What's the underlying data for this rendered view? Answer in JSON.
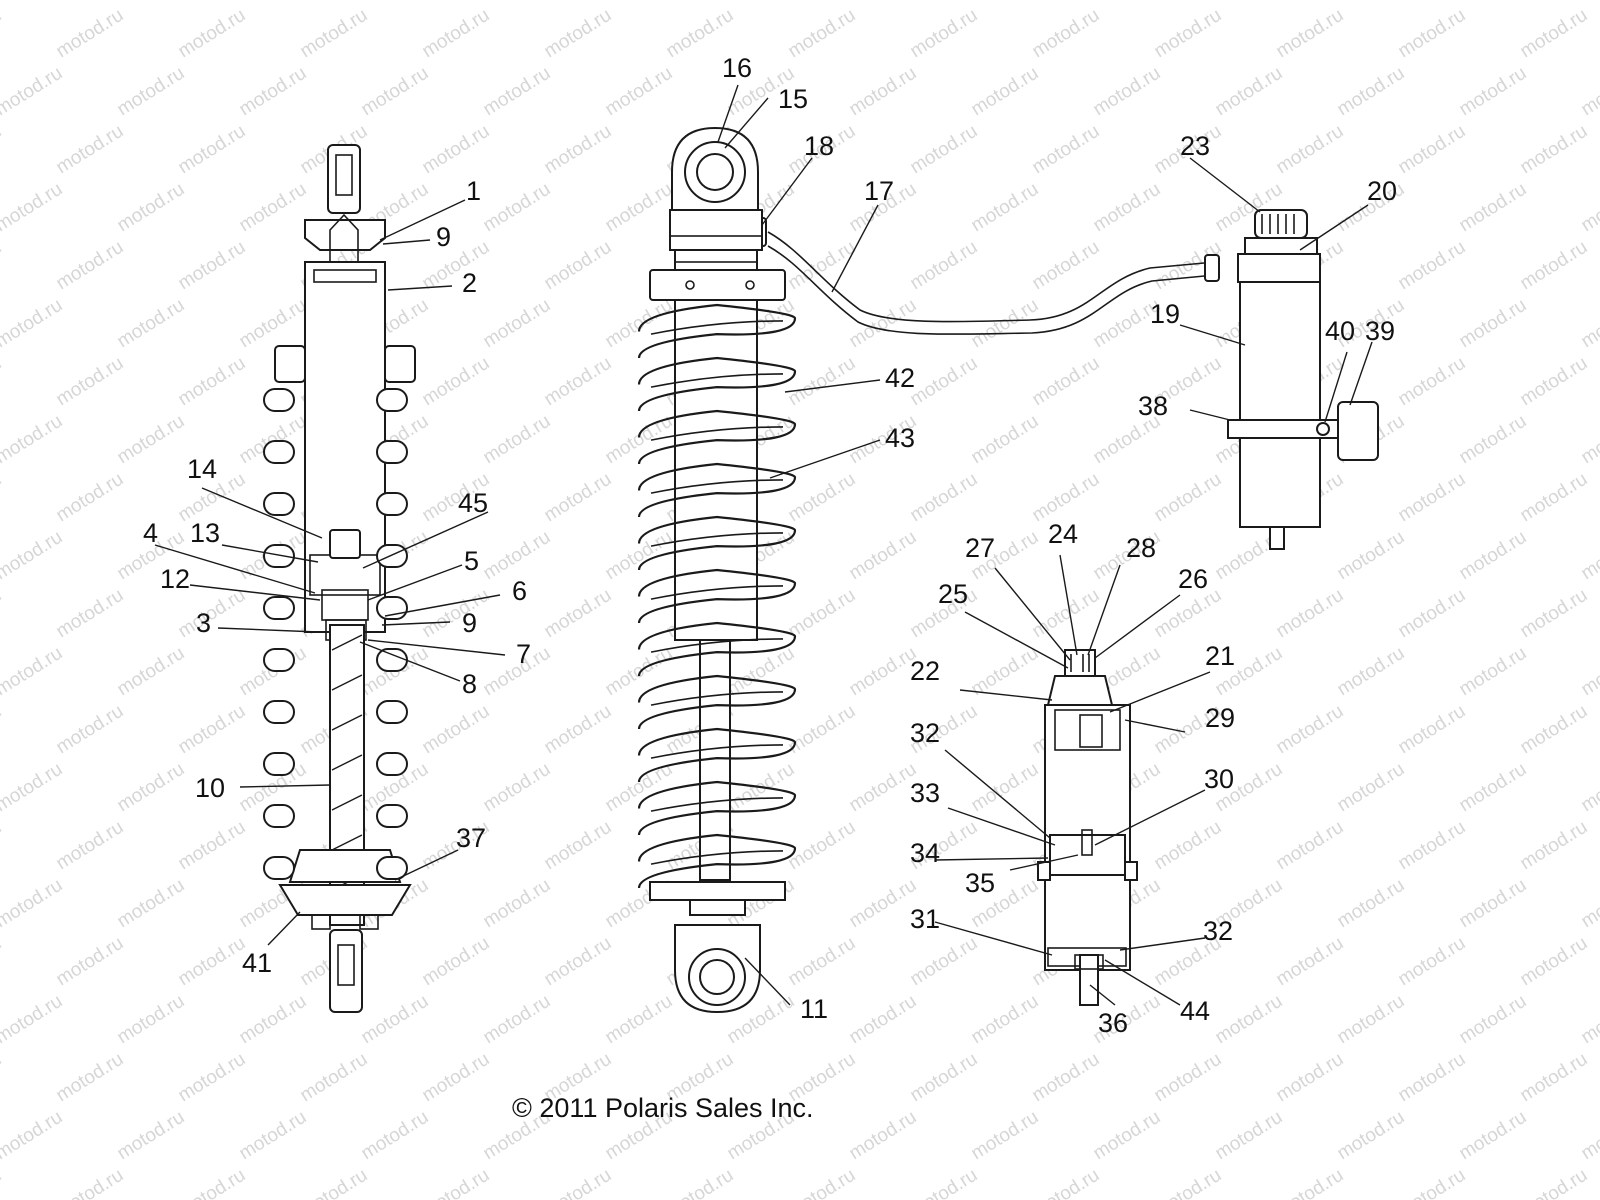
{
  "watermark": "motod.ru",
  "copyright": "© 2011 Polaris Sales Inc.",
  "callouts": {
    "n1": "1",
    "n2": "2",
    "n3": "3",
    "n4": "4",
    "n5": "5",
    "n6": "6",
    "n7": "7",
    "n8": "8",
    "n9": "9",
    "n10": "10",
    "n11": "11",
    "n12": "12",
    "n13": "13",
    "n14": "14",
    "n15": "15",
    "n16": "16",
    "n17": "17",
    "n18": "18",
    "n19": "19",
    "n20": "20",
    "n21": "21",
    "n22": "22",
    "n23": "23",
    "n24": "24",
    "n25": "25",
    "n26": "26",
    "n27": "27",
    "n28": "28",
    "n29": "29",
    "n30": "30",
    "n31": "31",
    "n32": "32",
    "n33": "33",
    "n34": "34",
    "n35": "35",
    "n36": "36",
    "n37": "37",
    "n38": "38",
    "n39": "39",
    "n40": "40",
    "n41": "41",
    "n42": "42",
    "n43": "43",
    "n44": "44",
    "n45": "45"
  }
}
